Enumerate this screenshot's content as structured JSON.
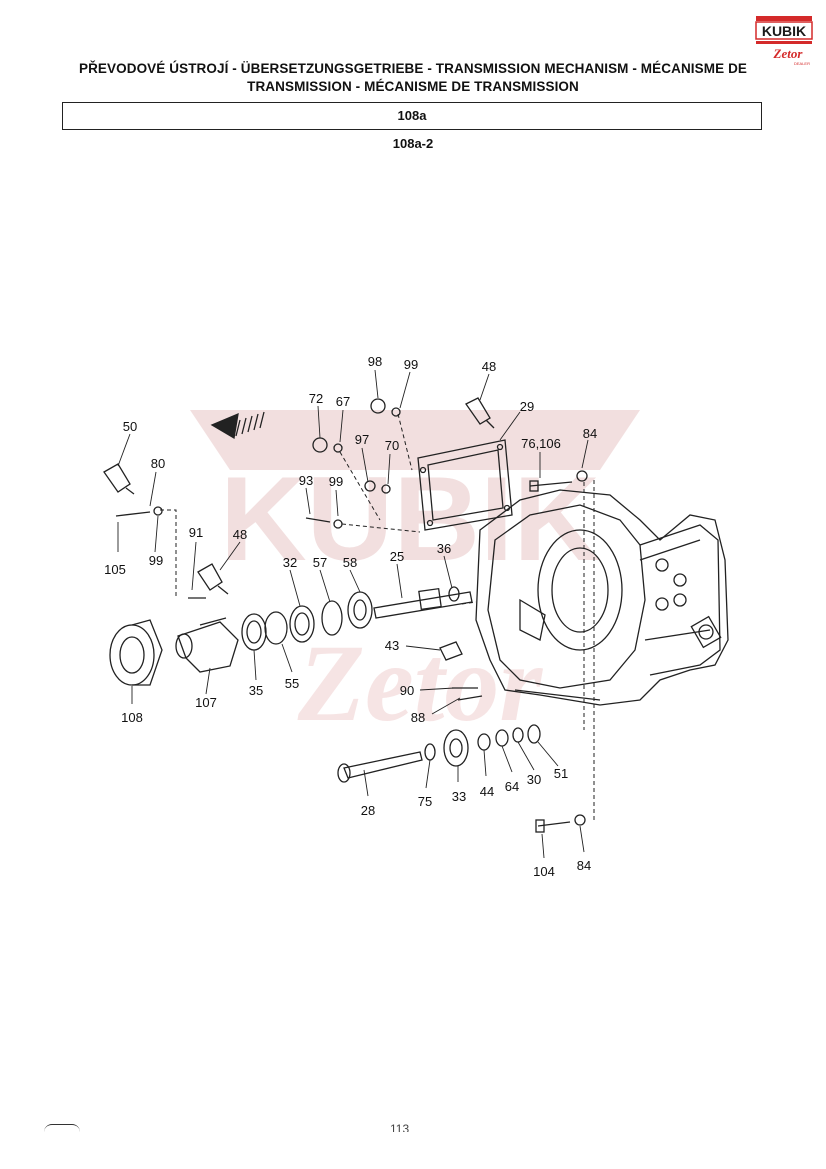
{
  "header": {
    "title_line1": "PŘEVODOVÉ ÚSTROJÍ - ÜBERSETZUNGSGETRIEBE - TRANSMISSION MECHANISM - MÉCANISME DE",
    "title_line2": "TRANSMISSION - MÉCANISME DE TRANSMISSION",
    "section": "108a",
    "subsection": "108a-2"
  },
  "logo": {
    "brand": "KUBIK",
    "sub": "Zetor",
    "tagline": "DEALER",
    "color": "#d42a2a"
  },
  "watermark": {
    "brand": "KUBIK",
    "sub": "Zetor",
    "color": "#e8bcbc"
  },
  "callouts": [
    {
      "id": "98",
      "label": "98"
    },
    {
      "id": "99a",
      "label": "99"
    },
    {
      "id": "48a",
      "label": "48"
    },
    {
      "id": "72",
      "label": "72"
    },
    {
      "id": "67",
      "label": "67"
    },
    {
      "id": "29",
      "label": "29"
    },
    {
      "id": "50",
      "label": "50"
    },
    {
      "id": "97",
      "label": "97"
    },
    {
      "id": "70",
      "label": "70"
    },
    {
      "id": "76",
      "label": "76,106"
    },
    {
      "id": "84a",
      "label": "84"
    },
    {
      "id": "80",
      "label": "80"
    },
    {
      "id": "93",
      "label": "93"
    },
    {
      "id": "99b",
      "label": "99"
    },
    {
      "id": "105",
      "label": "105"
    },
    {
      "id": "99c",
      "label": "99"
    },
    {
      "id": "91",
      "label": "91"
    },
    {
      "id": "48b",
      "label": "48"
    },
    {
      "id": "32",
      "label": "32"
    },
    {
      "id": "57",
      "label": "57"
    },
    {
      "id": "58",
      "label": "58"
    },
    {
      "id": "25",
      "label": "25"
    },
    {
      "id": "36",
      "label": "36"
    },
    {
      "id": "43",
      "label": "43"
    },
    {
      "id": "108",
      "label": "108"
    },
    {
      "id": "107",
      "label": "107"
    },
    {
      "id": "35",
      "label": "35"
    },
    {
      "id": "55",
      "label": "55"
    },
    {
      "id": "90",
      "label": "90"
    },
    {
      "id": "88",
      "label": "88"
    },
    {
      "id": "28",
      "label": "28"
    },
    {
      "id": "75",
      "label": "75"
    },
    {
      "id": "33",
      "label": "33"
    },
    {
      "id": "44",
      "label": "44"
    },
    {
      "id": "64",
      "label": "64"
    },
    {
      "id": "30",
      "label": "30"
    },
    {
      "id": "51",
      "label": "51"
    },
    {
      "id": "104",
      "label": "104"
    },
    {
      "id": "84b",
      "label": "84"
    }
  ],
  "footer": {
    "page": "113"
  }
}
